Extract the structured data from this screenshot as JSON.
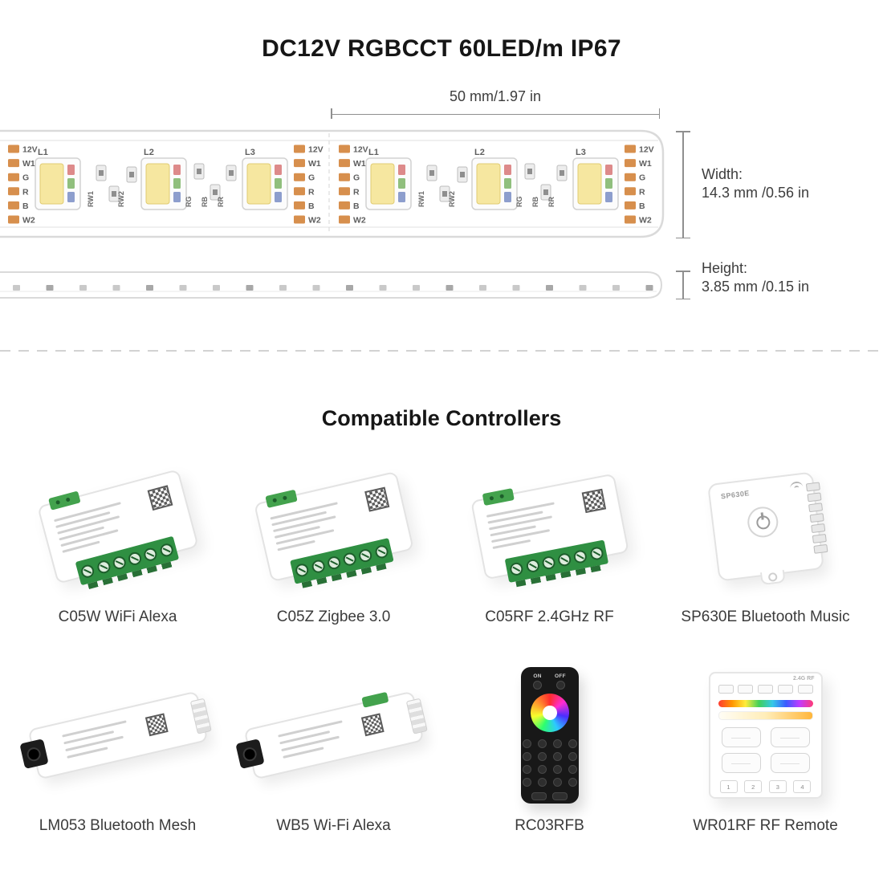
{
  "page": {
    "title": "DC12V RGBCCT 60LED/m IP67",
    "section_title": "Compatible Controllers"
  },
  "dimensions": {
    "length": "50 mm/1.97 in",
    "width_title": "Width:",
    "width_value": "14.3 mm /0.56 in",
    "height_title": "Height:",
    "height_value": "3.85 mm /0.15 in"
  },
  "strip": {
    "pad_labels": [
      "12V",
      "W1",
      "G",
      "R",
      "B",
      "W2"
    ],
    "led_labels": [
      "L1",
      "L2",
      "L3"
    ],
    "resistor_labels_1": [
      "RW1",
      "RW2"
    ],
    "resistor_labels_2": [
      "RG",
      "RB",
      "RR"
    ]
  },
  "colors": {
    "copper_pad": "#d78f4d",
    "led_yellow": "#f6e7a0",
    "terminal_green": "#2f8f42",
    "remote_black": "#181818"
  },
  "controllers": [
    {
      "name": "C05W WiFi Alexa"
    },
    {
      "name": "C05Z Zigbee 3.0"
    },
    {
      "name": "C05RF 2.4GHz RF"
    },
    {
      "name": "SP630E Bluetooth Music",
      "model": "SP630E"
    },
    {
      "name": "LM053 Bluetooth Mesh"
    },
    {
      "name": "WB5 Wi-Fi Alexa"
    },
    {
      "name": "RC03RFB",
      "power_on": "ON",
      "power_off": "OFF"
    },
    {
      "name": "WR01RF RF Remote",
      "brand": "2.4G RF",
      "zones": [
        "1",
        "2",
        "3",
        "4"
      ]
    }
  ]
}
